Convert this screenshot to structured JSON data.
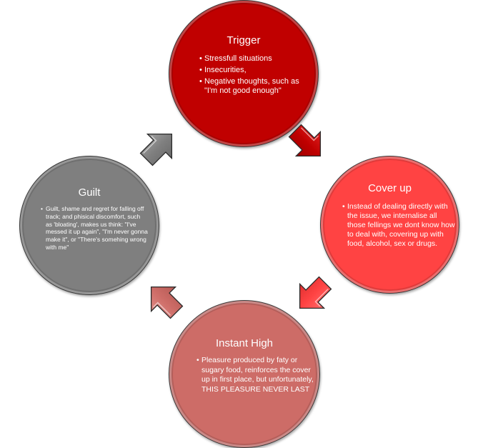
{
  "diagram": {
    "type": "cycle",
    "colors": {
      "trigger": "#c00000",
      "cover_up": "#ff4343",
      "instant_high": "#cd6c67",
      "guilt": "#7f7f7f"
    },
    "stages": [
      {
        "id": "trigger",
        "title": "Trigger",
        "bullets": [
          "Stressfull situations",
          "Insecurities,",
          "Negative thoughts, such as \"I'm not good enough\""
        ]
      },
      {
        "id": "cover_up",
        "title": "Cover up",
        "bullets": [
          "Instead of dealing directly with the issue, we internalise all those fellings we dont know how to deal with, covering up with food, alcohol, sex or drugs."
        ]
      },
      {
        "id": "instant_high",
        "title": "Instant High",
        "bullets": [
          "Pleasure produced by faty or sugary food, reinforces the cover up in first place, but unfortunately, THIS PLEASURE  NEVER  LAST"
        ]
      },
      {
        "id": "guilt",
        "title": "Guilt",
        "bullets": [
          "Guilt, shame and regret for falling off track; and  phisical discomfort, such as 'bloating', makes us think: \"I've messed it up again\", \"I'm never gonna make it\", or \"There's somehing wrong with me\""
        ]
      }
    ],
    "arrows": [
      {
        "from": "trigger",
        "to": "cover_up",
        "direction": "down-right",
        "icon": "arrow-down-right-icon"
      },
      {
        "from": "cover_up",
        "to": "instant_high",
        "direction": "down-left",
        "icon": "arrow-down-left-icon"
      },
      {
        "from": "instant_high",
        "to": "guilt",
        "direction": "up-left",
        "icon": "arrow-up-left-icon"
      },
      {
        "from": "guilt",
        "to": "trigger",
        "direction": "up-right",
        "icon": "arrow-up-right-icon"
      }
    ]
  }
}
